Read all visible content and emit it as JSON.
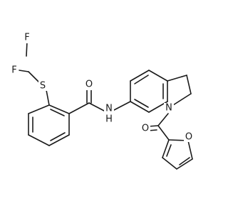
{
  "colors": {
    "bond": "#1a1a1a",
    "fluorine": "#1a1a1a",
    "sulfur": "#1a1a1a",
    "oxygen": "#1a1a1a",
    "nitrogen": "#1a1a1a",
    "background": "#ffffff"
  },
  "atoms": {
    "f1": "F",
    "f2": "F",
    "s1": "S",
    "o_amide": "O",
    "o_furan_carbonyl": "O",
    "o_furan_ring": "O",
    "n_amide": "N",
    "n_indoline": "N",
    "h_amide": "H"
  }
}
